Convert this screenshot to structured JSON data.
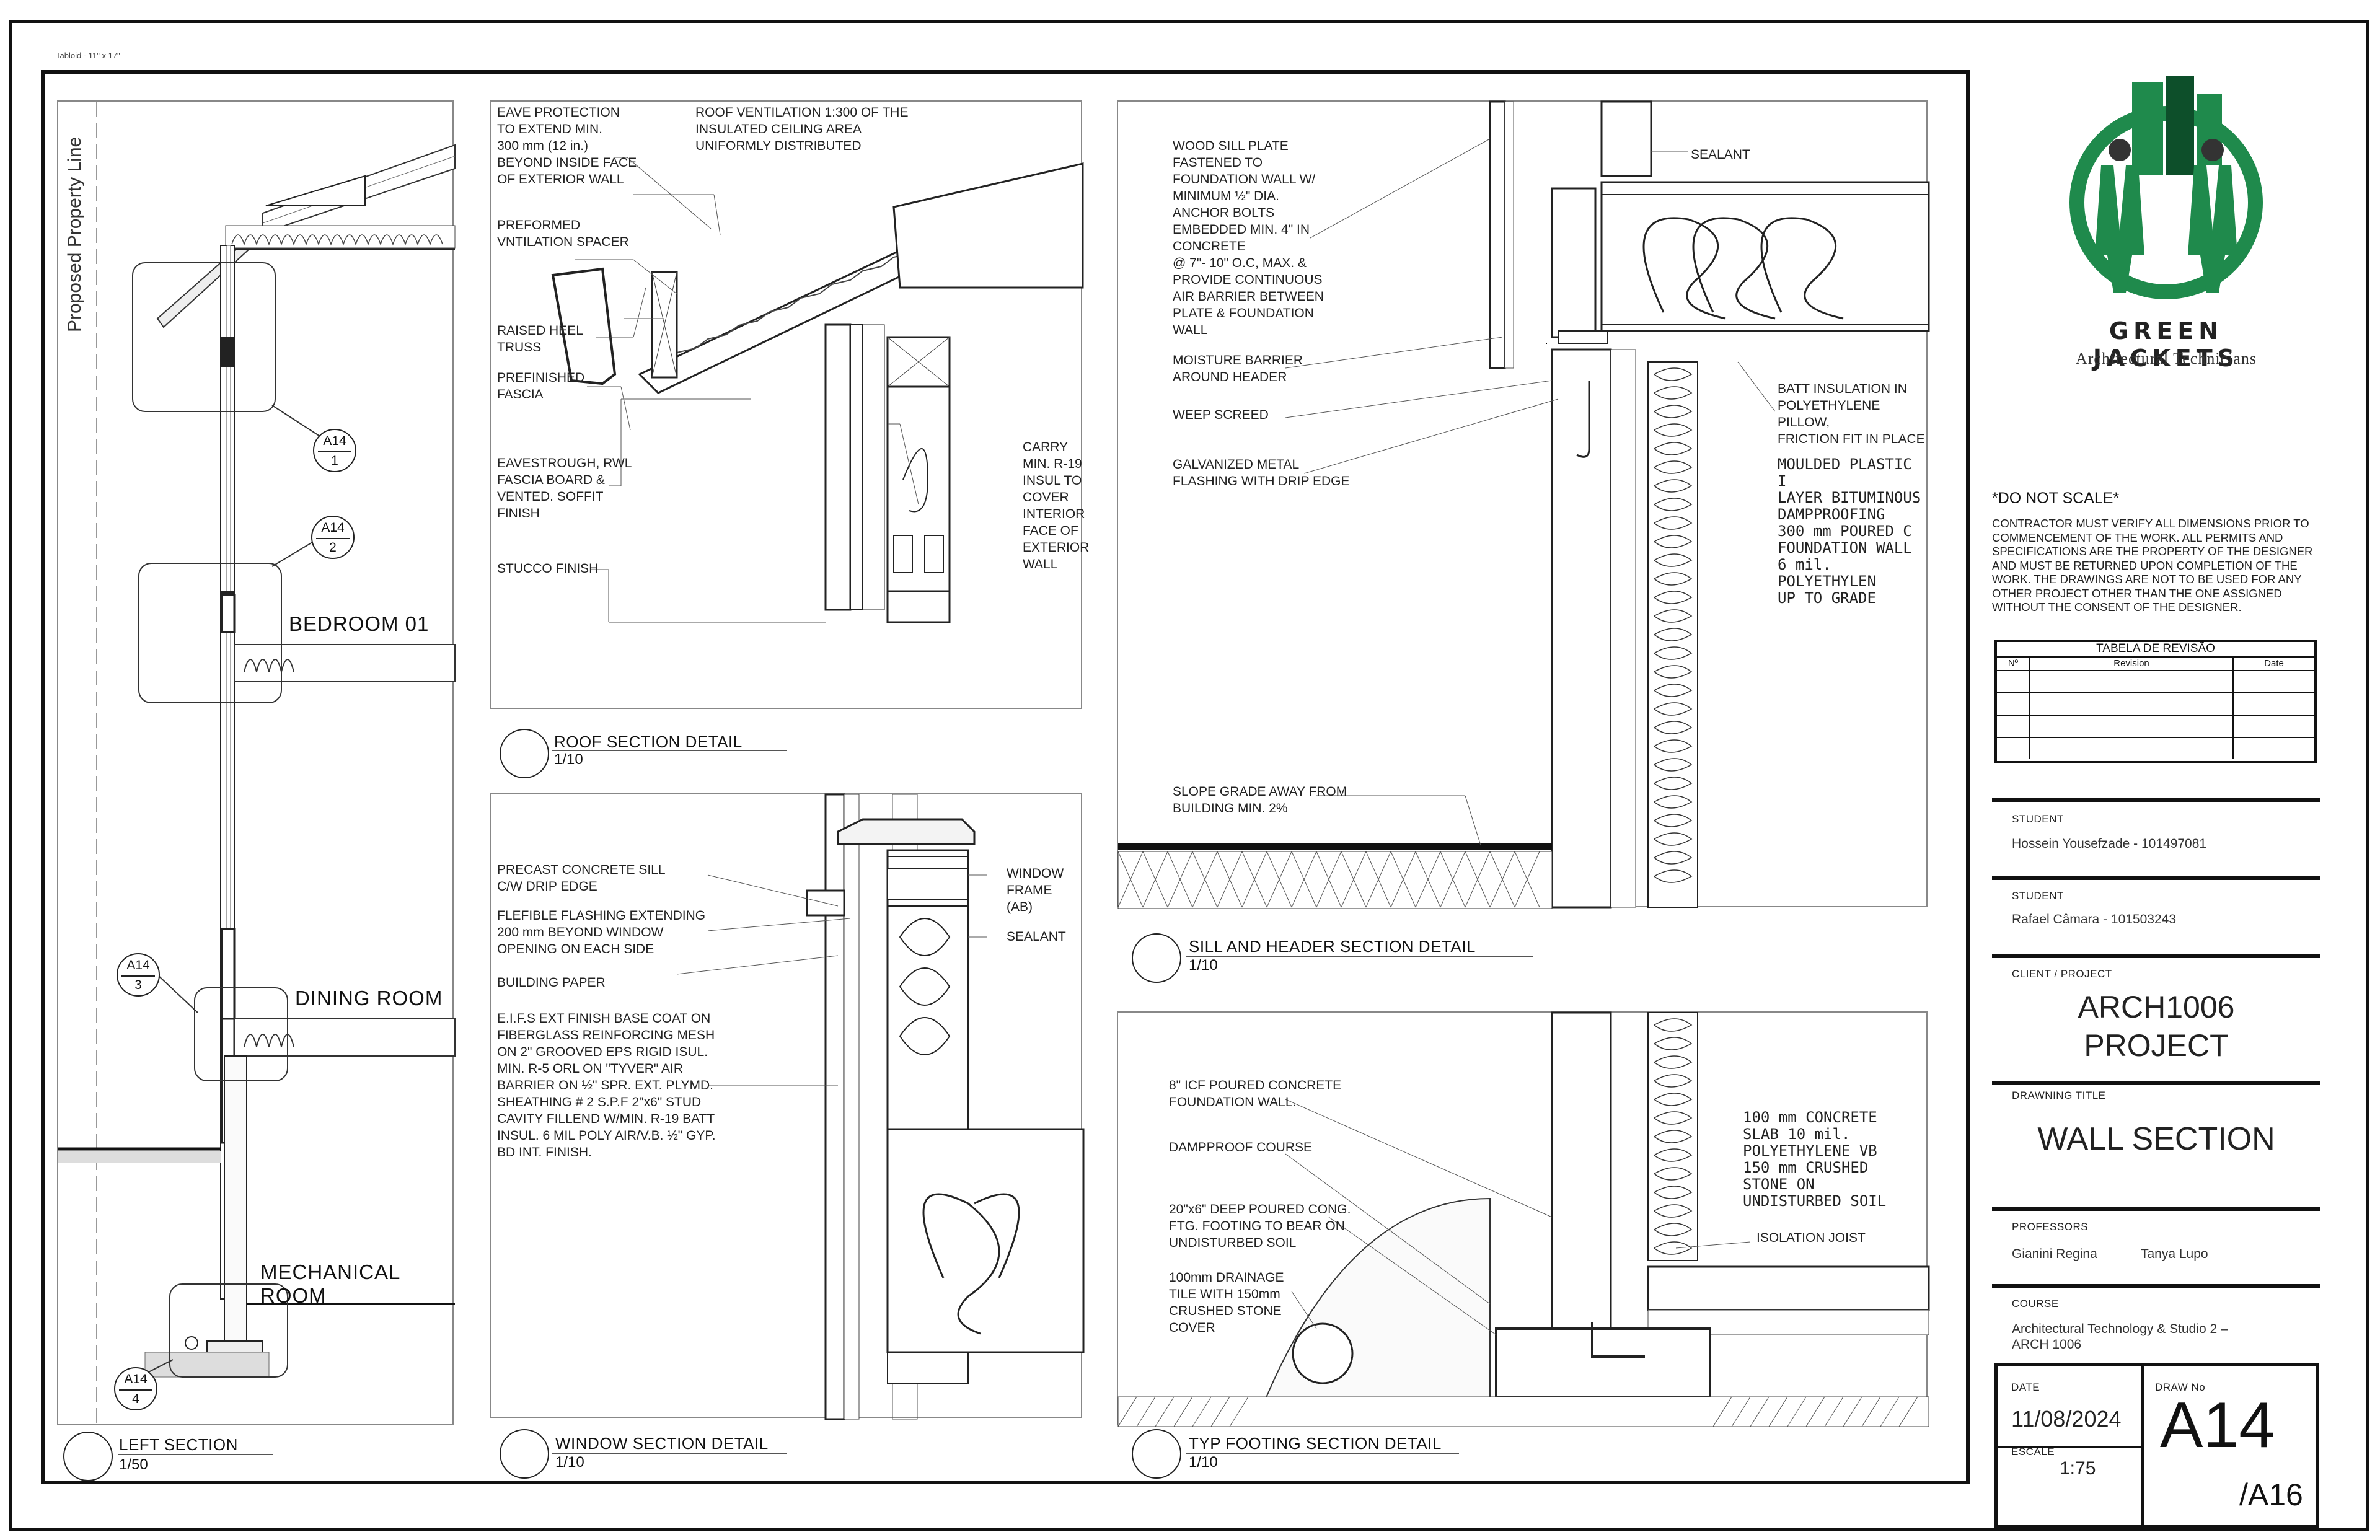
{
  "sheet": {
    "paper_size": "Tabloid - 11\" x 17\"",
    "property_line": "Proposed Property Line"
  },
  "left_section": {
    "rooms": [
      "BEDROOM 01",
      "DINING ROOM",
      "MECHANICAL ROOM"
    ],
    "callouts": [
      {
        "sheet": "A14",
        "num": "1"
      },
      {
        "sheet": "A14",
        "num": "2"
      },
      {
        "sheet": "A14",
        "num": "3"
      },
      {
        "sheet": "A14",
        "num": "4"
      }
    ],
    "title": "LEFT SECTION",
    "scale": "1/50"
  },
  "roof_detail": {
    "notes": [
      "EAVE PROTECTION\nTO EXTEND MIN.\n300 mm (12 in.)\nBEYOND INSIDE FACE\nOF EXTERIOR WALL",
      "ROOF VENTILATION 1:300 OF THE\nINSULATED CEILING AREA\nUNIFORMLY DISTRIBUTED",
      "PREFORMED\nVNTILATION SPACER",
      "RAISED HEEL\nTRUSS",
      "PREFINISHED\nFASCIA",
      "EAVESTROUGH, RWL\nFASCIA BOARD &\nVENTED. SOFFIT\nFINISH",
      "STUCCO FINISH",
      "CARRY\nMIN. R-19\nINSUL TO\nCOVER\nINTERIOR\nFACE OF\nEXTERIOR\nWALL"
    ],
    "title": "ROOF SECTION DETAIL",
    "scale": "1/10"
  },
  "window_detail": {
    "notes": [
      "PRECAST CONCRETE SILL\nC/W DRIP EDGE",
      "FLEFIBLE FLASHING EXTENDING\n200 mm BEYOND WINDOW\nOPENING ON EACH SIDE",
      "BUILDING PAPER",
      "E.I.F.S EXT FINISH BASE COAT ON\nFIBERGLASS REINFORCING MESH\nON 2\" GROOVED EPS RIGID ISUL.\nMIN. R-5 ORL ON \"TYVER\" AIR\nBARRIER ON ½\" SPR. EXT. PLYMD.\nSHEATHING # 2 S.P.F 2\"x6\" STUD\nCAVITY FILLEND W/MIN. R-19 BATT\nINSUL. 6 MIL POLY AIR/V.B. ½\" GYP.\nBD INT. FINISH.",
      "WINDOW\nFRAME (AB)",
      "SEALANT"
    ],
    "title": "WINDOW SECTION DETAIL",
    "scale": "1/10"
  },
  "sill_detail": {
    "notes": [
      "WOOD SILL PLATE\nFASTENED TO\nFOUNDATION WALL W/\nMINIMUM ½\" DIA.\nANCHOR BOLTS\nEMBEDDED MIN. 4\" IN\nCONCRETE\n@ 7\"- 10\" O.C, MAX. &\nPROVIDE CONTINUOUS\nAIR BARRIER BETWEEN\nPLATE & FOUNDATION\nWALL",
      "MOISTURE BARRIER\nAROUND HEADER",
      "WEEP SCREED",
      "GALVANIZED METAL\nFLASHING WITH DRIP EDGE",
      "SLOPE GRADE AWAY FROM\nBUILDING MIN. 2%",
      "SEALANT",
      "BATT INSULATION IN\nPOLYETHYLENE PILLOW,\nFRICTION FIT IN PLACE",
      "MOULDED PLASTIC I\nLAYER BITUMINOUS\nDAMPPROOFING\n300 mm POURED C\nFOUNDATION WALL\n6 mil. POLYETHYLEN\nUP TO GRADE"
    ],
    "title": "SILL AND HEADER SECTION DETAIL",
    "scale": "1/10"
  },
  "footing_detail": {
    "notes": [
      "8\" ICF POURED CONCRETE\nFOUNDATION WALL.",
      "DAMPPROOF COURSE",
      "20\"x6\" DEEP POURED CONG.\nFTG. FOOTING TO BEAR ON\nUNDISTURBED SOIL",
      "100mm DRAINAGE\nTILE WITH 150mm\nCRUSHED STONE\nCOVER",
      "100 mm CONCRETE\nSLAB 10 mil.\nPOLYETHYLENE VB\n150 mm CRUSHED\nSTONE ON\nUNDISTURBED SOIL",
      "ISOLATION JOIST"
    ],
    "title": "TYP FOOTING SECTION DETAIL",
    "scale": "1/10"
  },
  "logo": {
    "name": "GREEN JACKETS",
    "tagline": "Architectural Technicians",
    "colors": {
      "primary": "#1f8a4c",
      "dark": "#0d4f2a"
    }
  },
  "title_block": {
    "do_not_scale": "*DO NOT SCALE*",
    "disclaimer": "CONTRACTOR MUST VERIFY ALL DIMENSIONS PRIOR TO COMMENCEMENT OF THE WORK. ALL PERMITS AND SPECIFICATIONS ARE THE PROPERTY OF THE DESIGNER AND MUST BE RETURNED UPON COMPLETION OF THE WORK. THE DRAWINGS ARE NOT TO BE USED FOR ANY OTHER PROJECT OTHER THAN THE ONE ASSIGNED WITHOUT THE CONSENT OF THE DESIGNER.",
    "revision_table": {
      "title": "TABELA DE REVISÃO",
      "headers": [
        "Nº",
        "Revision",
        "Date"
      ]
    },
    "student1_label": "STUDENT",
    "student1": "Hossein Yousefzade - 101497081",
    "student2_label": "STUDENT",
    "student2": "Rafael Câmara - 101503243",
    "client_label": "CLIENT / PROJECT",
    "client_line1": "ARCH1006",
    "client_line2": "PROJECT",
    "drawing_title_label": "DRAWNING TITLE",
    "drawing_title": "WALL SECTION",
    "professors_label": "PROFESSORS",
    "professor1": "Gianini Regina",
    "professor2": "Tanya Lupo",
    "course_label": "COURSE",
    "course": "Architectural Technology & Studio 2 –\nARCH 1006",
    "date_label": "DATE",
    "date": "11/08/2024",
    "scale_label": "ESCALE",
    "scale": "1:75",
    "drawno_label": "DRAW No",
    "drawno": "A14",
    "drawno_total": "/A16"
  }
}
